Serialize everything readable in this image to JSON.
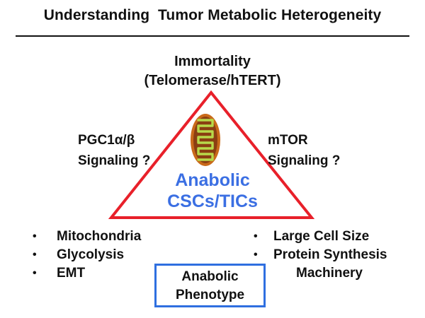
{
  "header": {
    "title": "Understanding  Tumor Metabolic Heterogeneity"
  },
  "apex": {
    "line1": "Immortality",
    "line2": "(Telomerase/hTERT)"
  },
  "left_side": {
    "line1": "PGC1α/β",
    "line2": "Signaling ?"
  },
  "right_side": {
    "line1": "mTOR",
    "line2": "Signaling ?"
  },
  "center": {
    "line1": "Anabolic",
    "line2": "CSCs/TICs"
  },
  "left_list": {
    "items": [
      "Mitochondria",
      "Glycolysis",
      "EMT"
    ]
  },
  "right_list": {
    "items": [
      "Large Cell Size",
      "Protein Synthesis"
    ],
    "continuation": "Machinery"
  },
  "phenotype_box": {
    "line1": "Anabolic",
    "line2": "Phenotype"
  },
  "bullet_glyph": "•",
  "icons": {
    "center": "mitochondrion-icon"
  },
  "colors": {
    "triangle": "#e8202a",
    "center_text": "#3b6fe3",
    "box_border": "#2f6fe0",
    "mito_outer": "#c96a1a",
    "mito_fill": "#8a3f12",
    "mito_cristae": "#b8d94a"
  }
}
